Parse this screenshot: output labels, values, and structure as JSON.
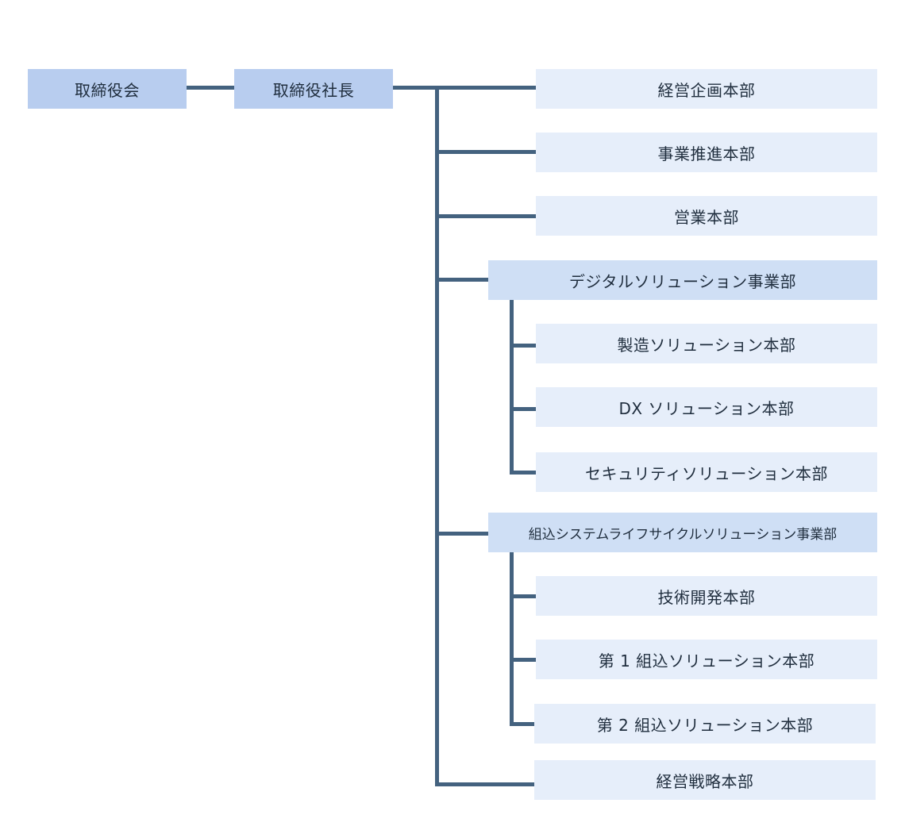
{
  "org": {
    "board": "取締役会",
    "president": "取締役社長",
    "departments": {
      "corporate_planning": "経営企画本部",
      "business_promotion": "事業推進本部",
      "sales": "営業本部",
      "digital_division": "デジタルソリューション事業部",
      "manufacturing_solutions": "製造ソリューション本部",
      "dx_solutions": "DX ソリューション本部",
      "security_solutions": "セキュリティソリューション本部",
      "embedded_division": "組込システムライフサイクルソリューション事業部",
      "tech_development": "技術開発本部",
      "embedded_solutions_1": "第 1 組込ソリューション本部",
      "embedded_solutions_2": "第 2 組込ソリューション本部",
      "management_strategy": "経営戦略本部"
    }
  },
  "colors": {
    "line": "#44627f",
    "top_box": "#b8cdef",
    "division_box": "#cfdff5",
    "dept_box": "#e6eefa",
    "text": "#1f2d3d"
  }
}
